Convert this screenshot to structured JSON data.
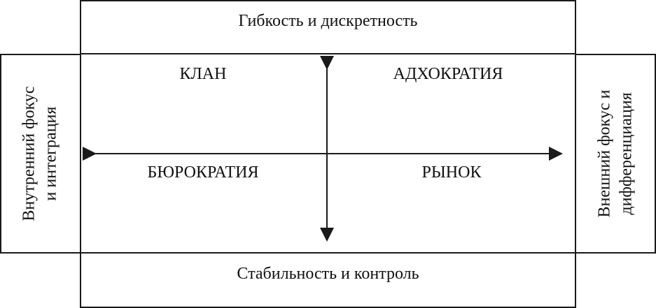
{
  "diagram": {
    "top_label": "Гибкость и дискретность",
    "bottom_label": "Стабильность и контроль",
    "left_label_line1": "Внутренний фокус",
    "left_label_line2": "и интеграция",
    "right_label_line1": "Внешний фокус и",
    "right_label_line2": "дифференциация",
    "quadrants": {
      "top_left": "КЛАН",
      "top_right": "АДХОКРАТИЯ",
      "bottom_left": "БЮРОКРАТИЯ",
      "bottom_right": "РЫНОК"
    },
    "colors": {
      "line": "#1a1a1a",
      "text": "#111111",
      "background": "#ffffff"
    }
  }
}
